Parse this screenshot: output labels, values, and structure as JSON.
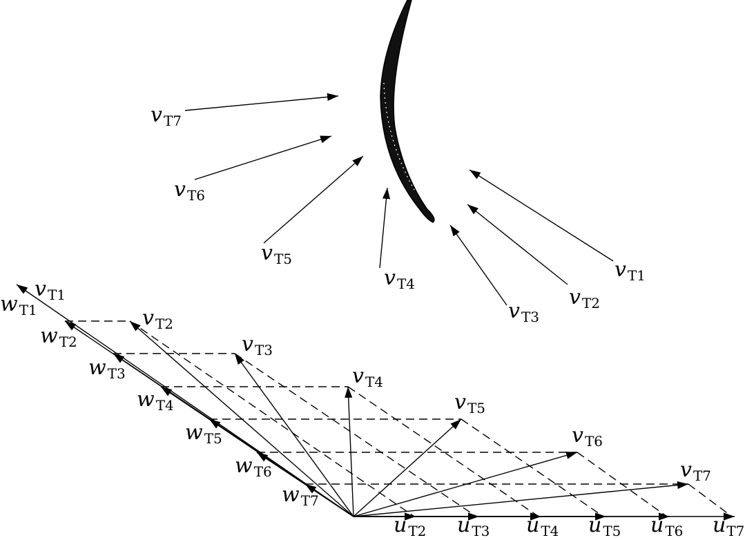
{
  "colors": {
    "ink": "#000000",
    "background": "#ffffff"
  },
  "blade_labels": {
    "v_T1": {
      "sym": "v",
      "sub": "T1"
    },
    "v_T2": {
      "sym": "v",
      "sub": "T2"
    },
    "v_T3": {
      "sym": "v",
      "sub": "T3"
    },
    "v_T4": {
      "sym": "v",
      "sub": "T4"
    },
    "v_T5": {
      "sym": "v",
      "sub": "T5"
    },
    "v_T6": {
      "sym": "v",
      "sub": "T6"
    },
    "v_T7": {
      "sym": "v",
      "sub": "T7"
    }
  },
  "triangle_labels": {
    "v": [
      {
        "sym": "v",
        "sub": "T1"
      },
      {
        "sym": "v",
        "sub": "T2"
      },
      {
        "sym": "v",
        "sub": "T3"
      },
      {
        "sym": "v",
        "sub": "T4"
      },
      {
        "sym": "v",
        "sub": "T5"
      },
      {
        "sym": "v",
        "sub": "T6"
      },
      {
        "sym": "v",
        "sub": "T7"
      }
    ],
    "w": [
      {
        "sym": "w",
        "sub": "T1"
      },
      {
        "sym": "w",
        "sub": "T2"
      },
      {
        "sym": "w",
        "sub": "T3"
      },
      {
        "sym": "w",
        "sub": "T4"
      },
      {
        "sym": "w",
        "sub": "T5"
      },
      {
        "sym": "w",
        "sub": "T6"
      },
      {
        "sym": "w",
        "sub": "T7"
      }
    ],
    "u": [
      {
        "sym": "u",
        "sub": "T2"
      },
      {
        "sym": "u",
        "sub": "T3"
      },
      {
        "sym": "u",
        "sub": "T4"
      },
      {
        "sym": "u",
        "sub": "T5"
      },
      {
        "sym": "u",
        "sub": "T6"
      },
      {
        "sym": "u",
        "sub": "T7"
      }
    ]
  }
}
